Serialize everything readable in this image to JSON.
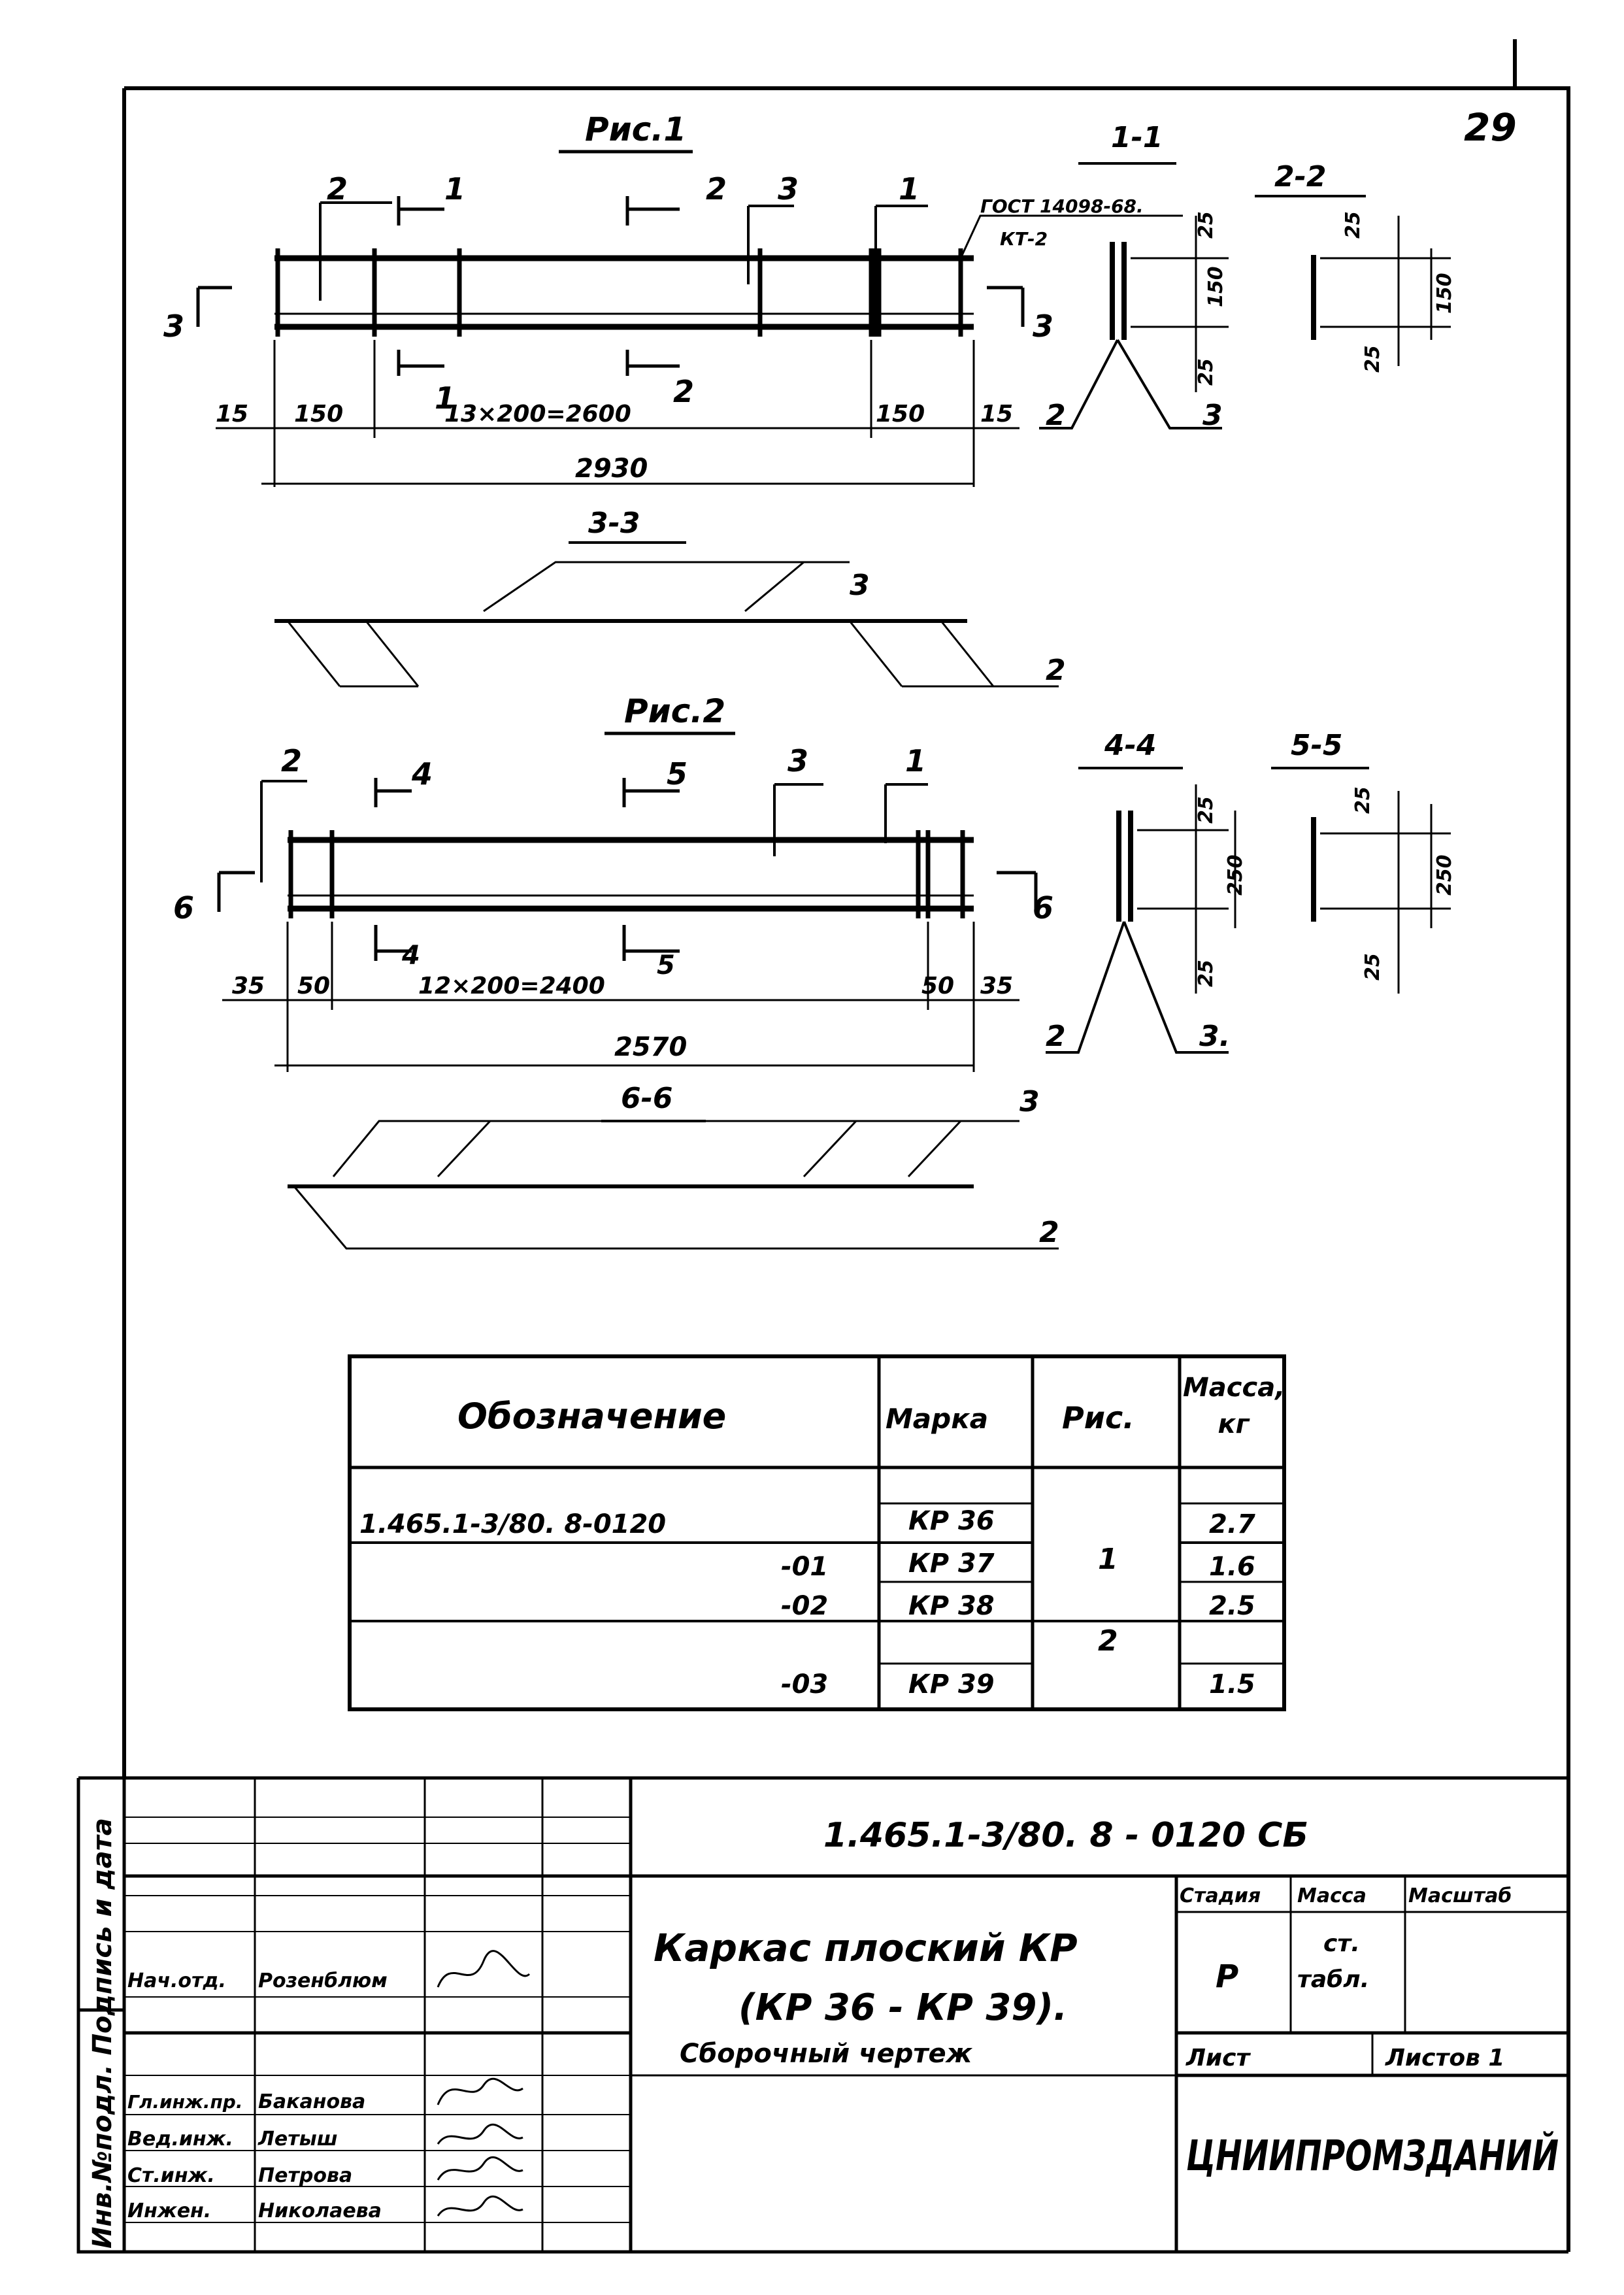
{
  "sheet_number": "29",
  "fig1": {
    "title": "Рис.1",
    "section_marks": [
      "1",
      "2",
      "1",
      "2",
      "3",
      "3"
    ],
    "leaders": [
      "2",
      "3",
      "1"
    ],
    "gost": "ГОСТ 14098-68.",
    "gost2": "КТ-2",
    "dims": [
      "15",
      "150",
      "13×200=2600",
      "150",
      "15"
    ],
    "total": "2930"
  },
  "sec11": {
    "title": "1-1",
    "dims": [
      "25",
      "150",
      "25"
    ],
    "bars": [
      "2",
      "3"
    ]
  },
  "sec22": {
    "title": "2-2",
    "dims": [
      "25",
      "150",
      "25"
    ]
  },
  "sec33": {
    "title": "3-3",
    "bars": [
      "3",
      "2"
    ]
  },
  "fig2": {
    "title": "Рис.2",
    "section_marks": [
      "4",
      "5",
      "4",
      "5",
      "6",
      "6"
    ],
    "leaders": [
      "2",
      "3",
      "1"
    ],
    "dims": [
      "35",
      "50",
      "12×200=2400",
      "50",
      "35"
    ],
    "total": "2570"
  },
  "sec44": {
    "title": "4-4",
    "dims": [
      "25",
      "250",
      "25"
    ],
    "bars": [
      "2",
      "3."
    ]
  },
  "sec55": {
    "title": "5-5",
    "dims": [
      "25",
      "250",
      "25"
    ]
  },
  "sec66": {
    "title": "6-6",
    "bars": [
      "3",
      "2"
    ]
  },
  "table": {
    "headers": [
      "Обозначение",
      "Марка",
      "Рис.",
      "Масса, кг"
    ],
    "rows": [
      {
        "designation": "1.465.1-3/80. 8-0120",
        "mark": "КР 36",
        "fig": "1",
        "mass": "2.7"
      },
      {
        "designation": "-01",
        "mark": "КР 37",
        "fig": "",
        "mass": "1.6"
      },
      {
        "designation": "-02",
        "mark": "КР 38",
        "fig": "2",
        "mass": "2.5"
      },
      {
        "designation": "-03",
        "mark": "КР 39",
        "fig": "",
        "mass": "1.5"
      }
    ]
  },
  "titleblock": {
    "doc_code": "1.465.1-3/80. 8 - 0120 СБ",
    "name_line1": "Каркас плоский КР",
    "name_line2": "(КР 36 - КР 39).",
    "name_line3": "Сборочный чертеж",
    "stage_h": "Стадия",
    "mass_h": "Масса",
    "scale_h": "Масштаб",
    "stage": "Р",
    "mass1": "ст.",
    "mass2": "табл.",
    "sheet_h": "Лист",
    "sheets_h": "Листов 1",
    "org": "ЦНИИПРОМЗДАНИЙ",
    "people": [
      {
        "role": "Нач.отд.",
        "name": "Розенблюм"
      },
      {
        "role": "Гл.инж.пр.",
        "name": "Баканова"
      },
      {
        "role": "Вед.инж.",
        "name": "Летыш"
      },
      {
        "role": "Ст.инж.",
        "name": "Петрова"
      },
      {
        "role": "Инжен.",
        "name": "Николаева"
      }
    ],
    "side_label": "Инв.№подл. Подпись и дата"
  }
}
